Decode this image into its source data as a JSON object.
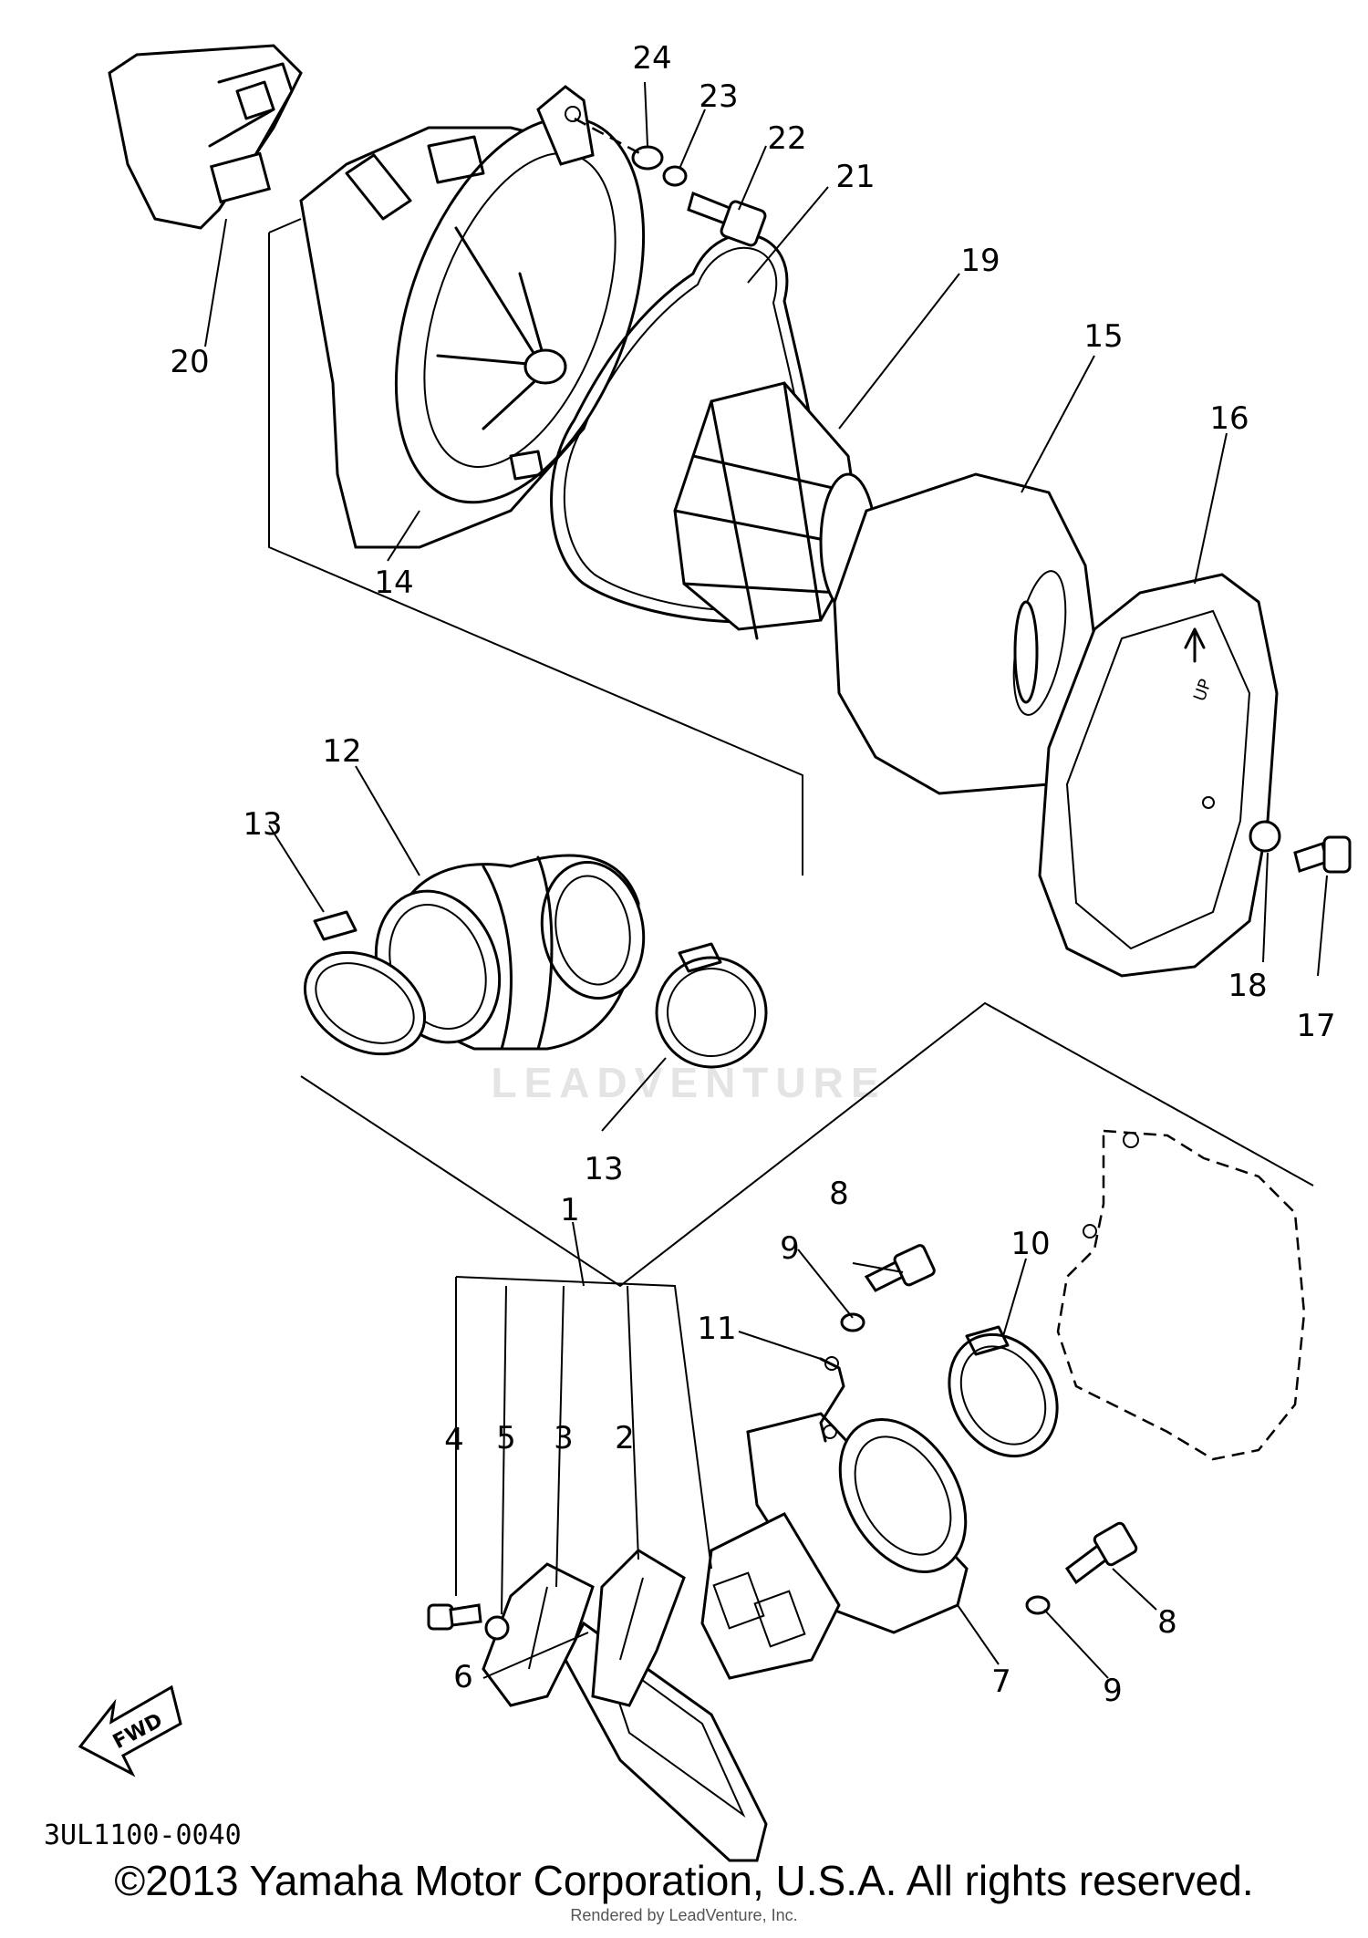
{
  "diagram": {
    "part_labels": {
      "p1": "1",
      "p2": "2",
      "p3": "3",
      "p4": "4",
      "p5": "5",
      "p6": "6",
      "p7": "7",
      "p8a": "8",
      "p8b": "8",
      "p9a": "9",
      "p9b": "9",
      "p10": "10",
      "p11": "11",
      "p12": "12",
      "p13a": "13",
      "p13b": "13",
      "p14": "14",
      "p15": "15",
      "p16": "16",
      "p17": "17",
      "p18": "18",
      "p19": "19",
      "p20": "20",
      "p21": "21",
      "p22": "22",
      "p23": "23",
      "p24": "24"
    },
    "fwd_label": "FWD",
    "up_label": "UP",
    "diagram_code": "3UL1100-0040",
    "watermark": "LEADVENTURE"
  },
  "footer": {
    "copyright": "©2013 Yamaha Motor Corporation, U.S.A. All rights reserved.",
    "rendered_by": "Rendered by LeadVenture, Inc."
  },
  "colors": {
    "ink": "#000000",
    "background": "#ffffff",
    "watermark": "#e4e4e4"
  }
}
